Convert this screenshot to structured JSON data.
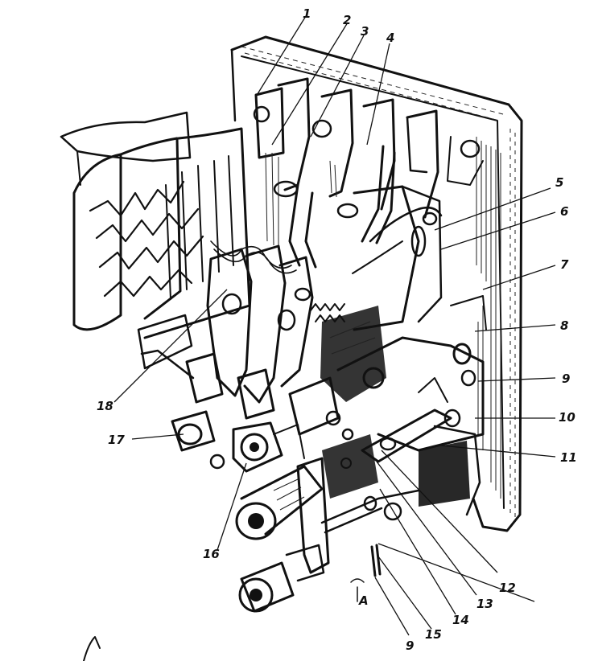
{
  "figure": {
    "callouts": [
      {
        "id": "c1",
        "label": "1"
      },
      {
        "id": "c2",
        "label": "2"
      },
      {
        "id": "c3",
        "label": "3"
      },
      {
        "id": "c4",
        "label": "4"
      },
      {
        "id": "c5",
        "label": "5"
      },
      {
        "id": "c6",
        "label": "6"
      },
      {
        "id": "c7",
        "label": "7"
      },
      {
        "id": "c8",
        "label": "8"
      },
      {
        "id": "c9r",
        "label": "9"
      },
      {
        "id": "c10",
        "label": "10"
      },
      {
        "id": "c11",
        "label": "11"
      },
      {
        "id": "c12",
        "label": "12"
      },
      {
        "id": "c13",
        "label": "13"
      },
      {
        "id": "c14",
        "label": "14"
      },
      {
        "id": "c15",
        "label": "15"
      },
      {
        "id": "c9b",
        "label": "9"
      },
      {
        "id": "c16",
        "label": "16"
      },
      {
        "id": "c17",
        "label": "17"
      },
      {
        "id": "c18",
        "label": "18"
      }
    ],
    "view_marker": {
      "label": "A"
    }
  }
}
